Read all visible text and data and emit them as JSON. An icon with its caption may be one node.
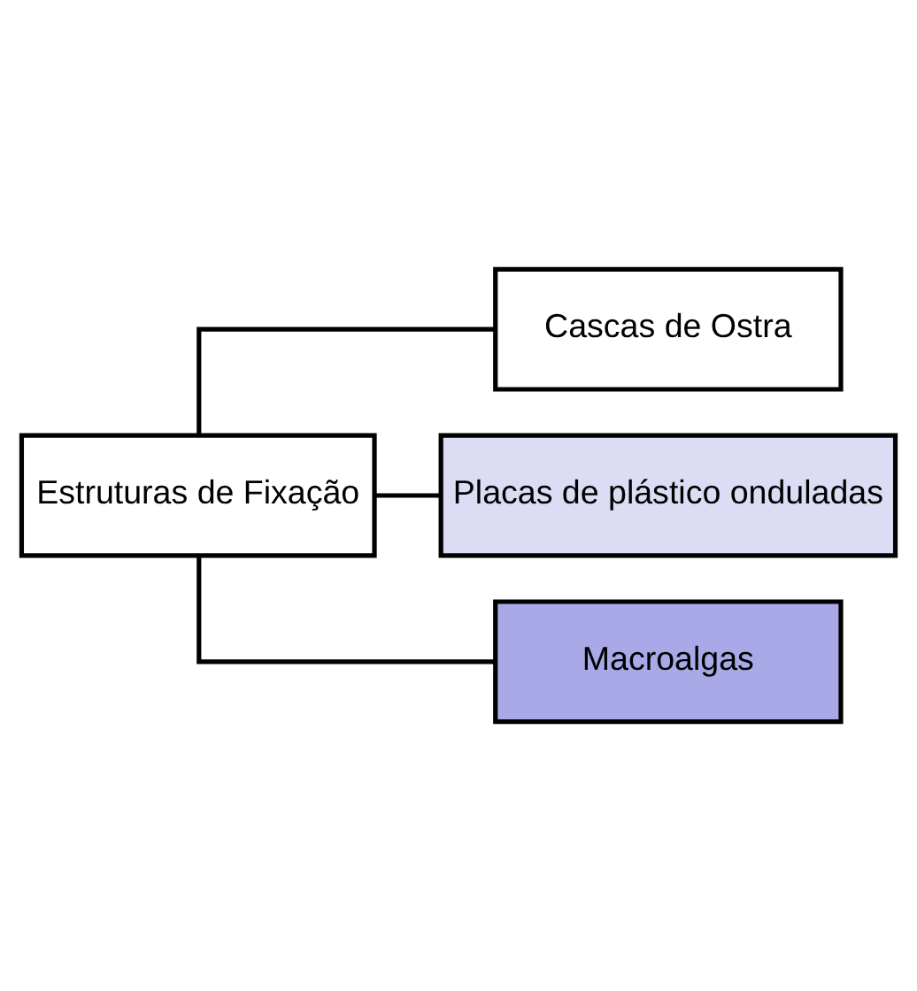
{
  "diagram": {
    "nodes": [
      {
        "text": [
          "Estruturas de Fixação"
        ]
      },
      {
        "text": [
          "Cascas de Ostra"
        ]
      },
      {
        "text": [
          "Placas de plástico onduladas"
        ]
      },
      {
        "text": [
          "Macroalgas"
        ]
      }
    ],
    "edges": [
      {
        "from": 0,
        "to": 1,
        "arrow": "none"
      },
      {
        "from": 0,
        "to": 2,
        "arrow": "none"
      },
      {
        "from": 0,
        "to": 3,
        "arrow": "none"
      }
    ]
  }
}
